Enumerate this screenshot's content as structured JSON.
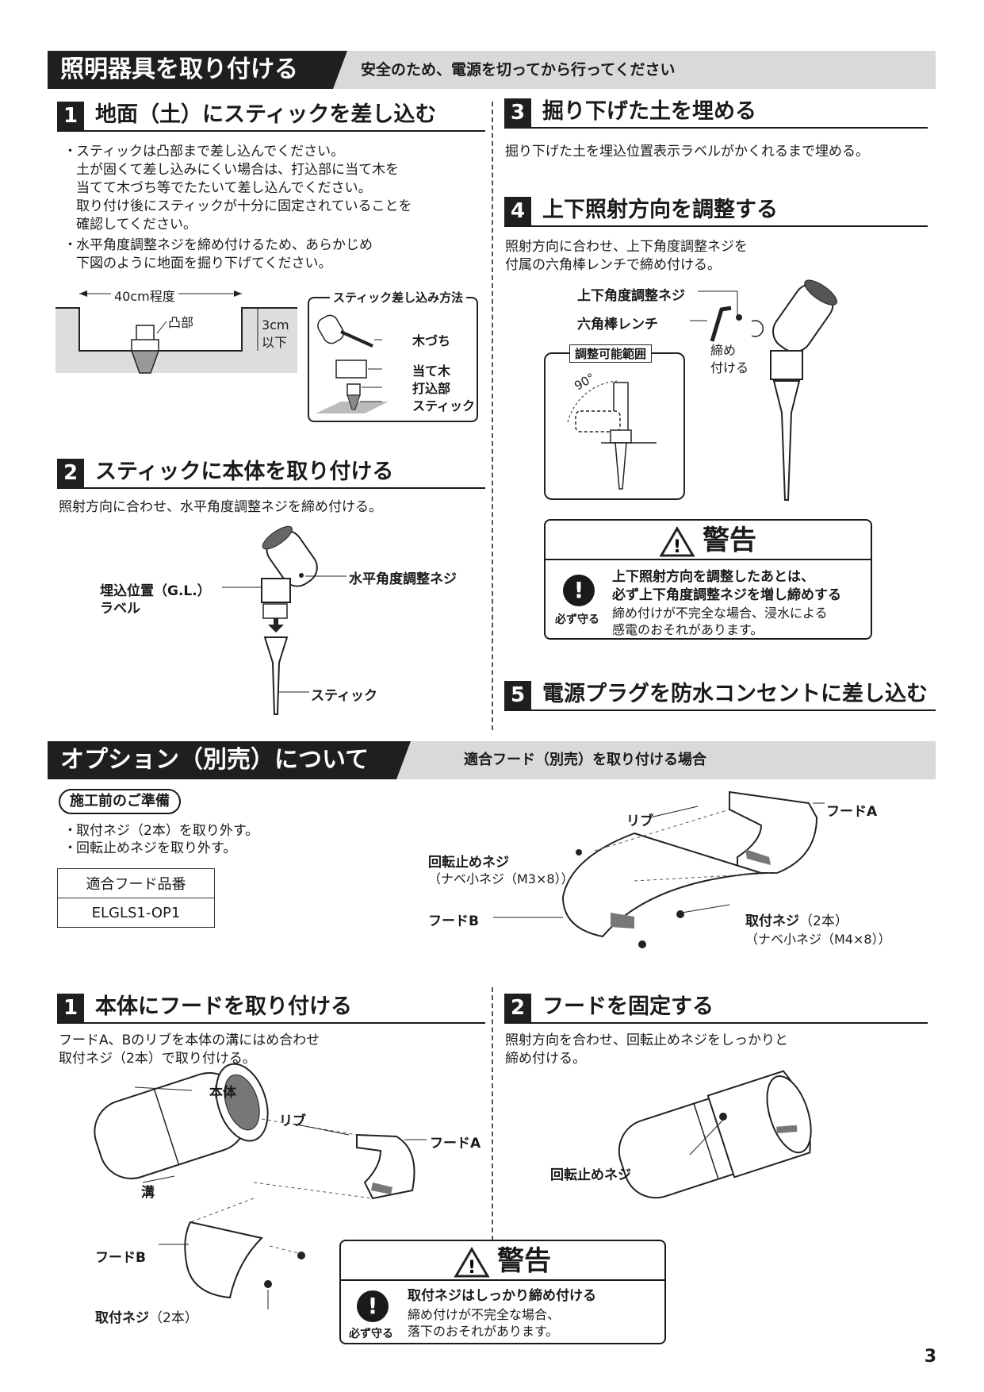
{
  "section1": {
    "title": "照明器具を取り付ける",
    "note": "安全のため、電源を切ってから行ってください"
  },
  "step1": {
    "num": "1",
    "title": "地面（土）にスティックを差し込む",
    "bullets": [
      [
        "スティックは凸部まで差し込んでください。",
        "土が固くて差し込みにくい場合は、打込部に当て木を",
        "当てて木づち等でたたいて差し込んでください。",
        "取り付け後にスティックが十分に固定されていることを",
        "確認してください。"
      ],
      [
        "水平角度調整ネジを締め付けるため、あらかじめ",
        "下図のように地面を掘り下げてください。"
      ]
    ],
    "fig": {
      "width_label": "40cm程度",
      "bump_label": "凸部",
      "depth_label_1": "3cm",
      "depth_label_2": "以下",
      "method_title": "スティック差し込み方法",
      "mallet": "木づち",
      "block": "当て木",
      "strike": "打込部",
      "stick": "スティック"
    }
  },
  "step2": {
    "num": "2",
    "title": "スティックに本体を取り付ける",
    "text": "照射方向に合わせ、水平角度調整ネジを締め付ける。",
    "fig": {
      "gl_label_1": "埋込位置（G.L.）",
      "gl_label_2": "ラベル",
      "screw": "水平角度調整ネジ",
      "stick": "スティック"
    }
  },
  "step3": {
    "num": "3",
    "title": "掘り下げた土を埋める",
    "text": "掘り下げた土を埋込位置表示ラベルがかくれるまで埋める。"
  },
  "step4": {
    "num": "4",
    "title": "上下照射方向を調整する",
    "text": [
      "照射方向に合わせ、上下角度調整ネジを",
      "付属の六角棒レンチで締め付ける。"
    ],
    "fig": {
      "screw": "上下角度調整ネジ",
      "wrench": "六角棒レンチ",
      "tighten_1": "締め",
      "tighten_2": "付ける",
      "range_title": "調整可能範囲",
      "angle": "90°"
    }
  },
  "warn1": {
    "title": "警告",
    "must": "必ず守る",
    "bold": [
      "上下照射方向を調整したあとは、",
      "必ず上下角度調整ネジを増し締めする"
    ],
    "text": [
      "締め付けが不完全な場合、浸水による",
      "感電のおそれがあります。"
    ]
  },
  "step5": {
    "num": "5",
    "title": "電源プラグを防水コンセントに差し込む"
  },
  "section2": {
    "title": "オプション（別売）について",
    "note": "適合フード（別売）を取り付ける場合"
  },
  "prep": {
    "title": "施工前のご準備",
    "bullets": [
      "取付ネジ（2本）を取り外す。",
      "回転止めネジを取り外す。"
    ],
    "table_header": "適合フード品番",
    "table_value": "ELGLS1-OP1"
  },
  "hood_fig": {
    "rib": "リブ",
    "hood_a": "フードA",
    "rot_screw": "回転止めネジ",
    "rot_screw_spec": "（ナベ小ネジ（M3×8））",
    "hood_b": "フードB",
    "mount_screw": "取付ネジ",
    "mount_screw_count": "（2本）",
    "mount_screw_spec": "（ナベ小ネジ（M4×8））"
  },
  "opt1": {
    "num": "1",
    "title": "本体にフードを取り付ける",
    "text": [
      "フードA、Bのリブを本体の溝にはめ合わせ",
      "取付ネジ（2本）で取り付ける。"
    ],
    "fig": {
      "body": "本体",
      "rib": "リブ",
      "hood_a": "フードA",
      "groove": "溝",
      "hood_b": "フードB",
      "mount_screw": "取付ネジ",
      "count": "（2本）"
    }
  },
  "opt2": {
    "num": "2",
    "title": "フードを固定する",
    "text": [
      "照射方向を合わせ、回転止めネジをしっかりと",
      "締め付ける。"
    ],
    "fig": {
      "rot_screw": "回転止めネジ"
    }
  },
  "warn2": {
    "title": "警告",
    "must": "必ず守る",
    "bold": "取付ネジはしっかり締め付ける",
    "text": [
      "締め付けが不完全な場合、",
      "落下のおそれがあります。"
    ]
  },
  "page_number": "3"
}
